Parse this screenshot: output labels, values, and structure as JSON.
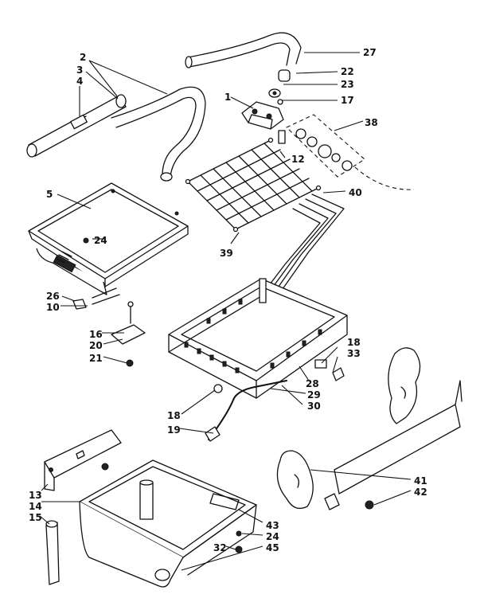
{
  "callouts": {
    "c1": "1",
    "c2": "2",
    "c3": "3",
    "c4": "4",
    "c5": "5",
    "c10": "10",
    "c12": "12",
    "c13": "13",
    "c14": "14",
    "c15": "15",
    "c16": "16",
    "c17": "17",
    "c18a": "18",
    "c18b": "18",
    "c19": "19",
    "c20": "20",
    "c21": "21",
    "c22": "22",
    "c23": "23",
    "c24a": "24",
    "c24b": "24",
    "c26": "26",
    "c27": "27",
    "c28": "28",
    "c29": "29",
    "c30": "30",
    "c32": "32",
    "c33": "33",
    "c38": "38",
    "c39": "39",
    "c40": "40",
    "c41": "41",
    "c42": "42",
    "c43": "43",
    "c45": "45"
  }
}
